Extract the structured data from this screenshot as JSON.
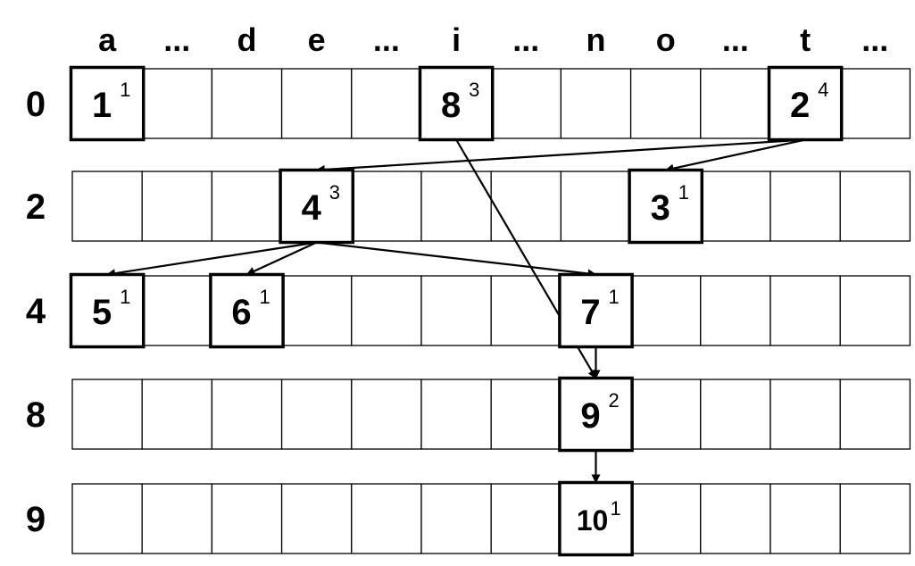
{
  "columns": [
    "a",
    "...",
    "d",
    "e",
    "...",
    "i",
    "...",
    "n",
    "o",
    "...",
    "t",
    "..."
  ],
  "rows": [
    {
      "label": "0"
    },
    {
      "label": "2"
    },
    {
      "label": "4"
    },
    {
      "label": "8"
    },
    {
      "label": "9"
    }
  ],
  "nodes": [
    {
      "id": "n1",
      "row": 0,
      "col": 0,
      "value": "1",
      "sup": "1"
    },
    {
      "id": "n8",
      "row": 0,
      "col": 5,
      "value": "8",
      "sup": "3"
    },
    {
      "id": "n2",
      "row": 0,
      "col": 10,
      "value": "2",
      "sup": "4"
    },
    {
      "id": "n4",
      "row": 1,
      "col": 3,
      "value": "4",
      "sup": "3"
    },
    {
      "id": "n3",
      "row": 1,
      "col": 8,
      "value": "3",
      "sup": "1"
    },
    {
      "id": "n5",
      "row": 2,
      "col": 0,
      "value": "5",
      "sup": "1"
    },
    {
      "id": "n6",
      "row": 2,
      "col": 2,
      "value": "6",
      "sup": "1"
    },
    {
      "id": "n7",
      "row": 2,
      "col": 7,
      "value": "7",
      "sup": "1"
    },
    {
      "id": "n9",
      "row": 3,
      "col": 7,
      "value": "9",
      "sup": "2"
    },
    {
      "id": "n10",
      "row": 4,
      "col": 7,
      "value": "10",
      "sup": "1"
    }
  ],
  "edges": [
    {
      "from": "n2",
      "to": "n4"
    },
    {
      "from": "n2",
      "to": "n3"
    },
    {
      "from": "n4",
      "to": "n5"
    },
    {
      "from": "n4",
      "to": "n6"
    },
    {
      "from": "n4",
      "to": "n7"
    },
    {
      "from": "n8",
      "to": "n9"
    },
    {
      "from": "n7",
      "to": "n9"
    },
    {
      "from": "n9",
      "to": "n10"
    }
  ]
}
